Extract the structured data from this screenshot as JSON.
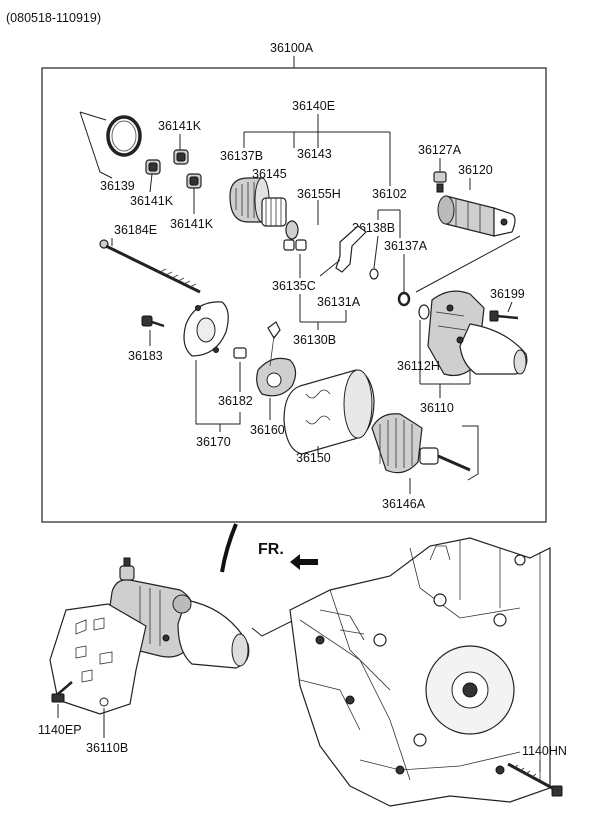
{
  "header": {
    "date_range": "(080518-110919)"
  },
  "callouts": {
    "assembly": "36100A",
    "c36140E": "36140E",
    "c36141K_a": "36141K",
    "c36141K_b": "36141K",
    "c36141K_c": "36141K",
    "c36139": "36139",
    "c36137B": "36137B",
    "c36145": "36145",
    "c36143": "36143",
    "c36155H": "36155H",
    "c36102": "36102",
    "c36127A": "36127A",
    "c36120": "36120",
    "c36184E": "36184E",
    "c36138B": "36138B",
    "c36137A": "36137A",
    "c36135C": "36135C",
    "c36131A": "36131A",
    "c36130B": "36130B",
    "c36199": "36199",
    "c36183": "36183",
    "c36112H": "36112H",
    "c36182": "36182",
    "c36110": "36110",
    "c36170": "36170",
    "c36160": "36160",
    "c36150": "36150",
    "c36146A": "36146A",
    "c1140EP": "1140EP",
    "c36110B": "36110B",
    "c1140HN": "1140HN"
  },
  "orientation": {
    "front_label": "FR."
  }
}
